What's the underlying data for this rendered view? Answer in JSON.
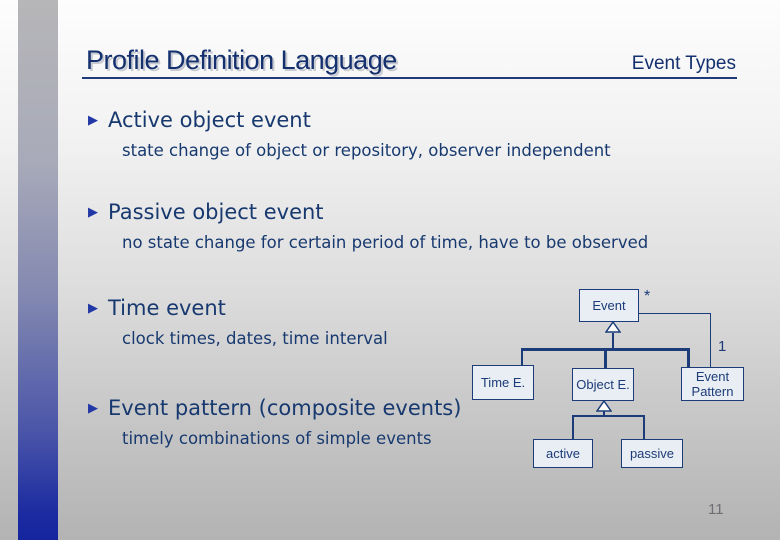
{
  "header": {
    "title": "Profile Definition Language",
    "subtitle": "Event Types"
  },
  "bullets": [
    {
      "label": "Active object event",
      "detail": "state change of object or repository, observer independent"
    },
    {
      "label": "Passive object event",
      "detail": "no state change for certain period of time, have to be observed"
    },
    {
      "label": "Time event",
      "detail": "clock times, dates, time interval"
    },
    {
      "label": "Event pattern (composite events)",
      "detail": "timely combinations of simple events"
    }
  ],
  "icons": {
    "bullet_arrow": "▶"
  },
  "diagram": {
    "nodes": {
      "event": "Event",
      "time_e": "Time E.",
      "object_e": "Object E.",
      "event_pattern_line1": "Event",
      "event_pattern_line2": "Pattern",
      "active": "active",
      "passive": "passive"
    },
    "multiplicity_star": "*",
    "multiplicity_one": "1"
  },
  "footer": {
    "page_number": "11"
  },
  "colors": {
    "title_navy": "#14306e",
    "bullet_text": "#17396f",
    "bullet_arrow": "#2238a6",
    "diagram_line": "#1b3c78",
    "diagram_box_fill": "#e9edf4",
    "sidebar_top": "#b6b6b8",
    "sidebar_bottom": "#14259e",
    "background_top": "#fdfdfd",
    "background_bottom": "#b3b3b3"
  }
}
